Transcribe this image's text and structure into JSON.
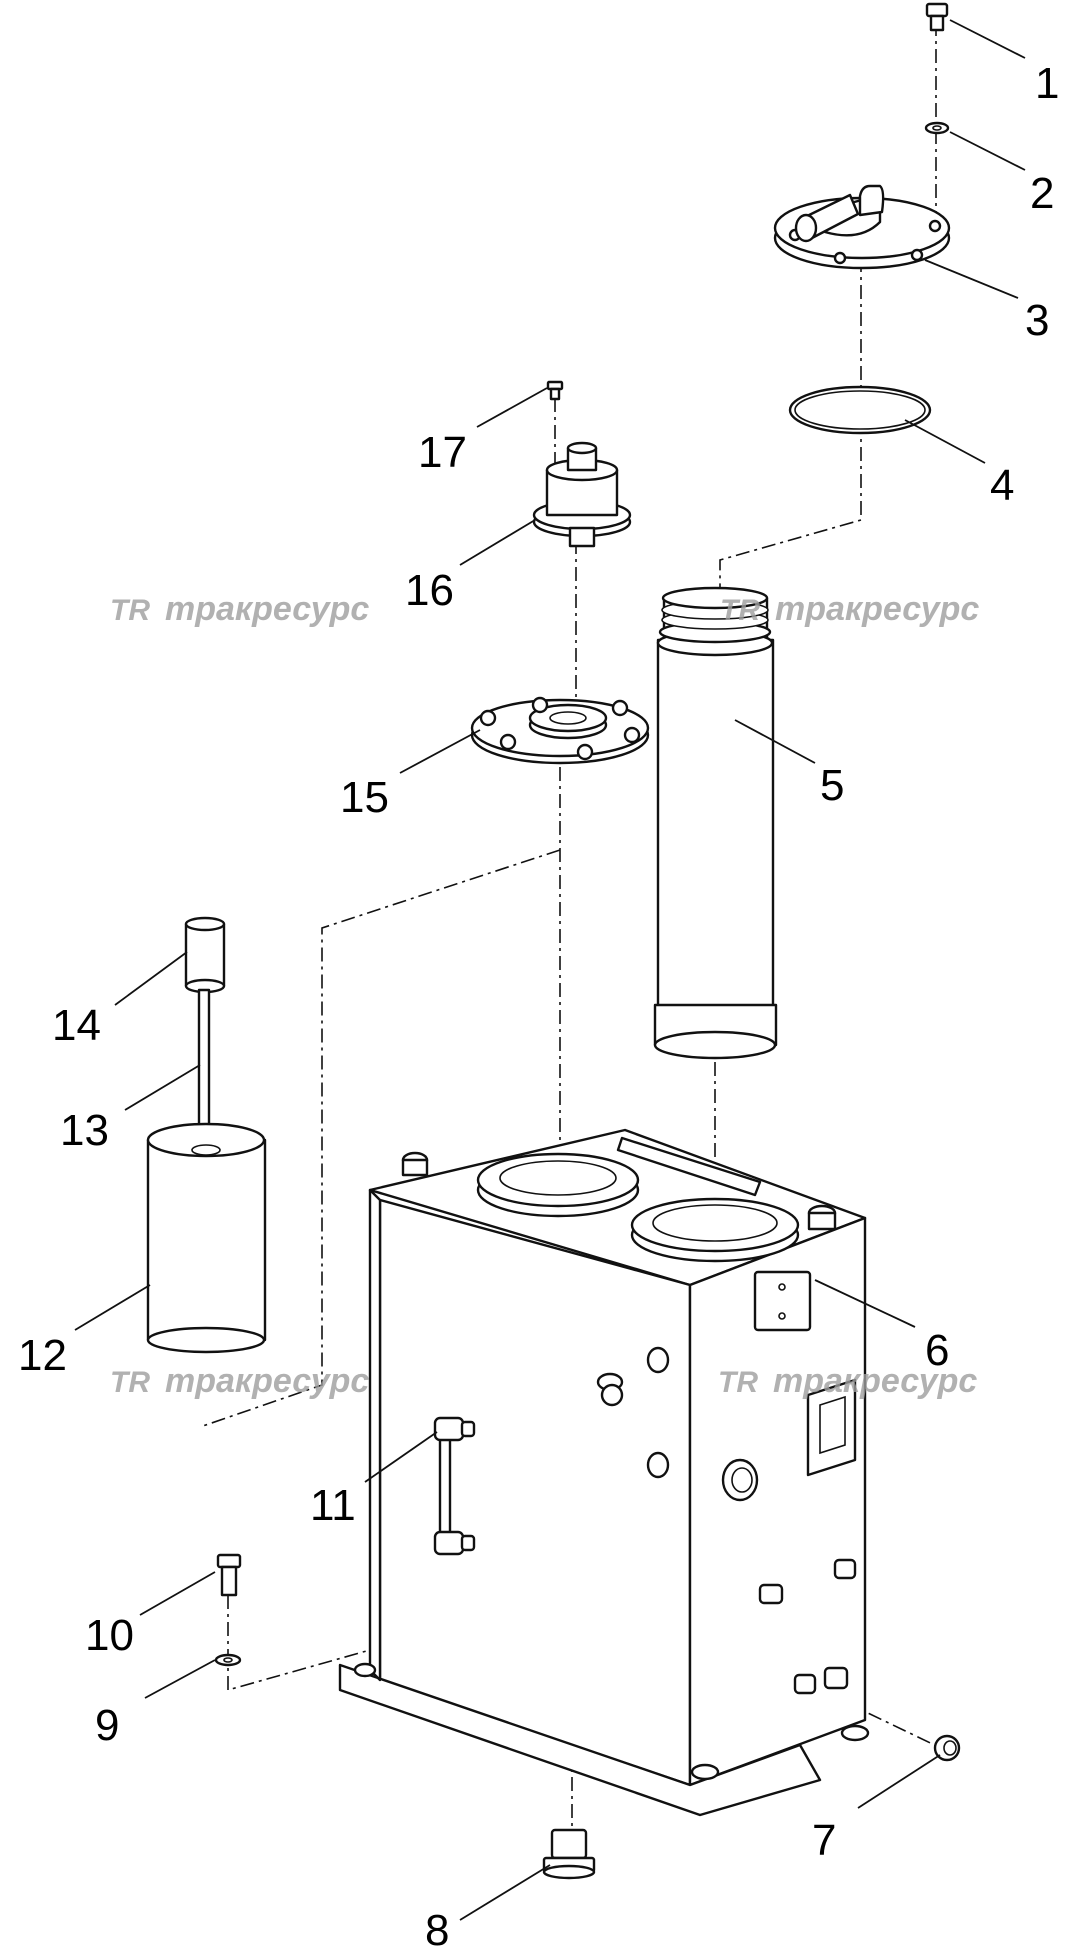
{
  "watermark": {
    "logo": "TR",
    "text": "тракресурс"
  },
  "callouts": [
    "1",
    "2",
    "3",
    "4",
    "5",
    "6",
    "7",
    "8",
    "9",
    "10",
    "11",
    "12",
    "13",
    "14",
    "15",
    "16",
    "17"
  ]
}
